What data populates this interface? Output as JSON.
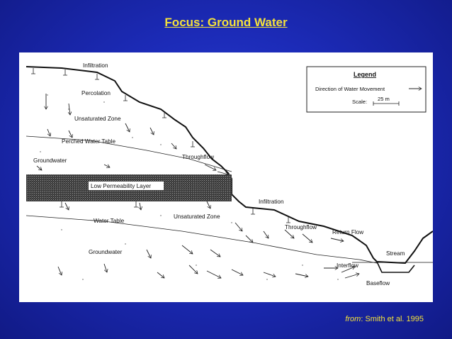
{
  "slide": {
    "title": "Focus:  Ground Water",
    "citation_prefix": "from",
    "citation_rest": ": Smith et al. 1995"
  },
  "diagram": {
    "labels": {
      "infiltration_top": "Infiltration",
      "percolation": "Percolation",
      "unsaturated_zone_upper": "Unsaturated Zone",
      "perched_water_table": "Perched Water Table",
      "groundwater_upper": "Groundwater",
      "throughflow_upper": "Throughflow",
      "low_permeability_layer": "Low Permeability Layer",
      "infiltration_mid": "Infiltration",
      "water_table": "Water Table",
      "unsaturated_zone_lower": "Unsaturated Zone",
      "throughflow_lower": "Throughflow",
      "return_flow": "Return Flow",
      "stream": "Stream",
      "groundwater_lower": "Groundwater",
      "interflow": "Interflow",
      "baseflow": "Baseflow"
    },
    "legend": {
      "title": "Legend",
      "direction_label": "Direction of Water Movement",
      "scale_label": "Scale:",
      "scale_value": "25 m"
    }
  },
  "colors": {
    "background": "#1c2bb8",
    "title": "#f4e13a",
    "figure_bg": "#ffffff",
    "ink": "#111111"
  }
}
